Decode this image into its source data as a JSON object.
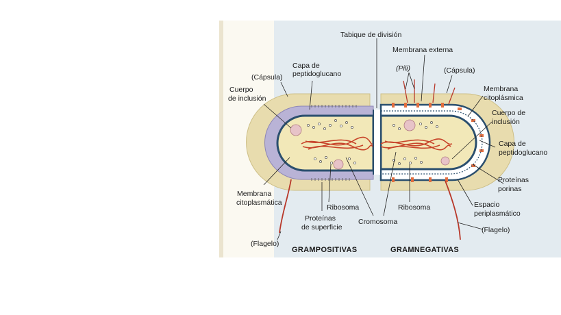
{
  "figure": {
    "colors": {
      "background_panel": "#cfe0ef",
      "capsule": "#e8dcae",
      "peptidoglycan_gram_pos": "#b9b3d6",
      "cell_wall_outline": "#2b4f6e",
      "cytoplasm": "#f2e8b8",
      "chromosome": "#c8452b",
      "inclusion_body": "#e7c3c8",
      "flagellum": "#b8382a",
      "porin": "#e36e3f"
    },
    "labels": {
      "tabique": "Tabique de división",
      "membrana_externa": "Membrana externa",
      "pili": "(Pili)",
      "capsula_right": "(Cápsula)",
      "capsula_left": "(Cápsula)",
      "capa_pepti_left_1": "Capa de",
      "capa_pepti_left_2": "peptidoglucano",
      "cuerpo_left_1": "Cuerpo",
      "cuerpo_left_2": "de inclusión",
      "membrana_cito_right_1": "Membrana",
      "membrana_cito_right_2": "citoplásmica",
      "cuerpo_right_1": "Cuerpo de",
      "cuerpo_right_2": "inclusión",
      "capa_pepti_right_1": "Capa de",
      "capa_pepti_right_2": "peptidoglucano",
      "proteinas_porinas_1": "Proteínas",
      "proteinas_porinas_2": "porinas",
      "espacio_1": "Espacio",
      "espacio_2": "periplasmático",
      "flagelo_right": "(Flagelo)",
      "membrana_cito_left_1": "Membrana",
      "membrana_cito_left_2": "citoplasmática",
      "ribosoma_left": "Ribosoma",
      "ribosoma_right": "Ribosoma",
      "proteinas_sup_1": "Proteínas",
      "proteinas_sup_2": "de superficie",
      "cromosoma": "Cromosoma",
      "flagelo_left": "(Flagelo)",
      "grampositivas": "GRAMPOSITIVAS",
      "gramnegativas": "GRAMNEGATIVAS"
    }
  }
}
